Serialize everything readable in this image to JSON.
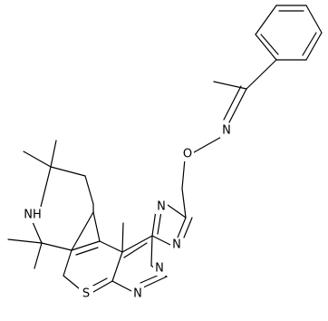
{
  "molecule": {
    "atoms": {
      "nh": "NH",
      "s": "S",
      "n_pyr_bottom": "N",
      "n_tri_top": "N",
      "n_tri_right": "N",
      "n_tri_bridge": "N",
      "o_oxime": "O",
      "n_oxime": "N"
    }
  },
  "colors": {
    "bond": "#000000",
    "label": "#000000",
    "background": "#ffffff"
  }
}
